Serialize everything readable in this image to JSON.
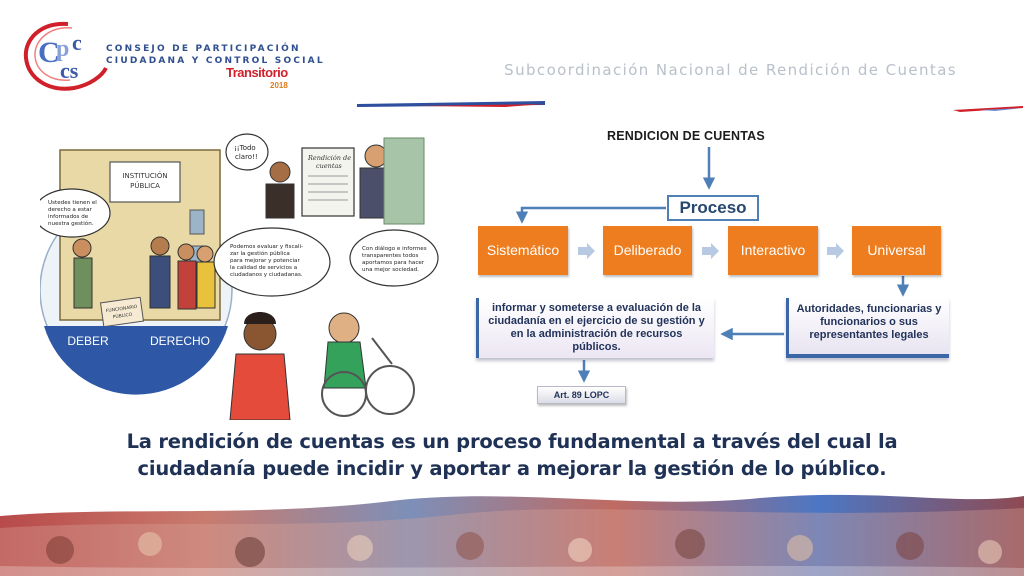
{
  "header": {
    "org_line1": "CONSEJO DE PARTICIPACIÓN",
    "org_line2": "CIUDADANA Y CONTROL SOCIAL",
    "transitorio": "Transitorio",
    "year": "2018",
    "subtitle": "Subcoordinación Nacional de Rendición de Cuentas"
  },
  "illustration": {
    "institution_sign_line1": "INSTITUCIÓN",
    "institution_sign_line2": "PÚBLICA",
    "bubble_rights": [
      "Ustedes tienen el",
      "derecho a estar",
      "informados de",
      "nuestra gestión."
    ],
    "bubble_clear": [
      "¡¡Todo",
      "claro!!"
    ],
    "poster": [
      "Rendición de",
      "cuentas"
    ],
    "bubble_evaluate": [
      "Podemos evaluar y fiscali-",
      "zar la gestión pública",
      "para mejorar y potenciar",
      "la calidad de servicios a",
      "ciudadanos y ciudadanas."
    ],
    "bubble_dialogue": [
      "Con diálogo e informes",
      "transparentes todos",
      "aportamos para hacer",
      "una mejor sociedad."
    ],
    "folder": [
      "FUNCIONARIO",
      "PÚBLICO"
    ],
    "label_deber": "DEBER",
    "label_derecho": "DERECHO"
  },
  "diagram": {
    "title": "RENDICION DE CUENTAS",
    "process_label": "Proceso",
    "steps": [
      "Sistemático",
      "Deliberado",
      "Interactivo",
      "Universal"
    ],
    "left_box": "informar y someterse a evaluación de la ciudadanía en el ejercicio de su gestión y en la administración de recursos públicos.",
    "right_box": "Autoridades, funcionarias y funcionarios o sus representantes legales",
    "article": "Art. 89 LOPC"
  },
  "caption": "La rendición de cuentas es un proceso fundamental a través del cual la ciudadanía puede incidir y aportar a mejorar la gestión de lo público.",
  "colors": {
    "step_orange": "#ee7d1f",
    "arrow_blue": "#4f7fb7",
    "text_navy": "#1f3256",
    "brand_red": "#d0202a"
  }
}
